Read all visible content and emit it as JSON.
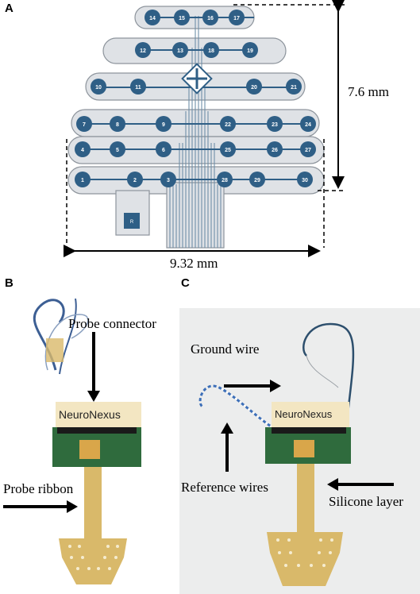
{
  "panels": {
    "a": {
      "letter": "A",
      "height_label": "7.6 mm",
      "width_label": "9.32 mm",
      "electrodes": [
        "1",
        "2",
        "3",
        "4",
        "5",
        "6",
        "7",
        "8",
        "9",
        "10",
        "11",
        "12",
        "13",
        "14",
        "15",
        "16",
        "17",
        "18",
        "19",
        "20",
        "21",
        "22",
        "23",
        "24",
        "25",
        "26",
        "27",
        "28",
        "29",
        "30"
      ],
      "reference_pad": "R"
    },
    "b": {
      "letter": "B",
      "probe_connector": "Probe connector",
      "probe_ribbon": "Probe ribbon",
      "brand": "NeuroNexus"
    },
    "c": {
      "letter": "C",
      "ground_wire": "Ground wire",
      "reference_wires": "Reference wires",
      "silicone_layer": "Silicone layer",
      "brand": "NeuroNexus"
    }
  },
  "colors": {
    "electrode_blue": "#2f5f86",
    "substrate_gray": "#dfe2e6",
    "gold": "#d9b96a",
    "pcb_green": "#2f6b3d"
  }
}
